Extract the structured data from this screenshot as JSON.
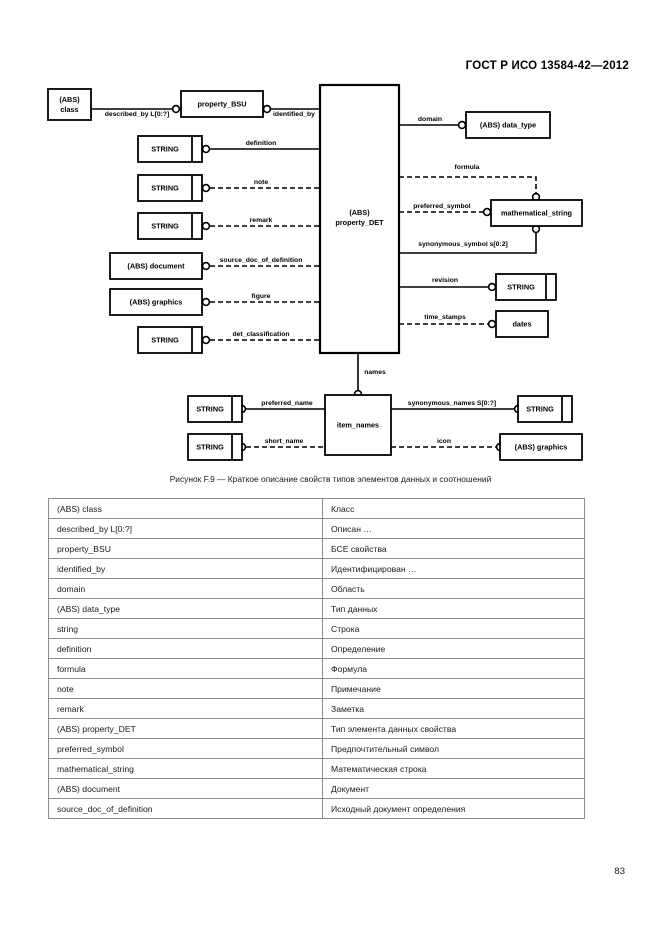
{
  "header": {
    "standard_ref": "ГОСТ Р ИСО 13584-42—2012"
  },
  "figure": {
    "caption": "Рисунок F.9 — Краткое описание свойств типов элементов данных и соотношений",
    "entities": {
      "abs_class": "(ABS)\nclass",
      "abs_class_line1": "(ABS)",
      "abs_class_line2": "class",
      "property_bsu": "property_BSU",
      "property_det_line1": "(ABS)",
      "property_det_line2": "property_DET",
      "abs_data_type": "(ABS) data_type",
      "mathematical_string": "mathematical_string",
      "string_1": "STRING",
      "string_2": "STRING",
      "string_3": "STRING",
      "string_4": "STRING",
      "string_revision": "STRING",
      "string_preferred_name": "STRING",
      "string_short_name": "STRING",
      "string_synonymous_names": "STRING",
      "abs_document": "(ABS) document",
      "abs_graphics": "(ABS) graphics",
      "abs_graphics_icon": "(ABS) graphics",
      "dates": "dates",
      "item_names": "item_names"
    },
    "relations": {
      "described_by": "described_by L[0:?]",
      "identified_by": "identified_by",
      "definition": "definition",
      "note": "note",
      "remark": "remark",
      "source_doc_of_definition": "source_doc_of_definition",
      "figure": "figure",
      "det_classification": "det_classification",
      "domain": "domain",
      "formula": "formula",
      "preferred_symbol": "preferred_symbol",
      "synonymous_symbol": "synonymous_symbol s[0:2]",
      "revision": "revision",
      "time_stamps": "time_stamps",
      "names": "names",
      "preferred_name": "preferred_name",
      "short_name": "short_name",
      "synonymous_names": "synonymous_names S[0:?]",
      "icon": "icon"
    }
  },
  "glossary": {
    "rows": [
      {
        "term": "(ABS) class",
        "translation": "Класс"
      },
      {
        "term": "described_by L[0:?]",
        "translation": "Описан …"
      },
      {
        "term": "property_BSU",
        "translation": "БСЕ свойства"
      },
      {
        "term": "identified_by",
        "translation": "Идентифицирован …"
      },
      {
        "term": "domain",
        "translation": "Область"
      },
      {
        "term": "(ABS) data_type",
        "translation": "Тип данных"
      },
      {
        "term": "string",
        "translation": "Строка"
      },
      {
        "term": "definition",
        "translation": "Определение"
      },
      {
        "term": "formula",
        "translation": "Формула"
      },
      {
        "term": "note",
        "translation": "Примечание"
      },
      {
        "term": "remark",
        "translation": "Заметка"
      },
      {
        "term": "(ABS) property_DET",
        "translation": "Тип элемента данных свойства"
      },
      {
        "term": "preferred_symbol",
        "translation": "Предпочтительный символ"
      },
      {
        "term": "mathematical_string",
        "translation": "Математическая строка"
      },
      {
        "term": "(ABS) document",
        "translation": "Документ"
      },
      {
        "term": "source_doc_of_definition",
        "translation": "Исходный документ определения"
      }
    ]
  },
  "page": {
    "number": "83"
  }
}
